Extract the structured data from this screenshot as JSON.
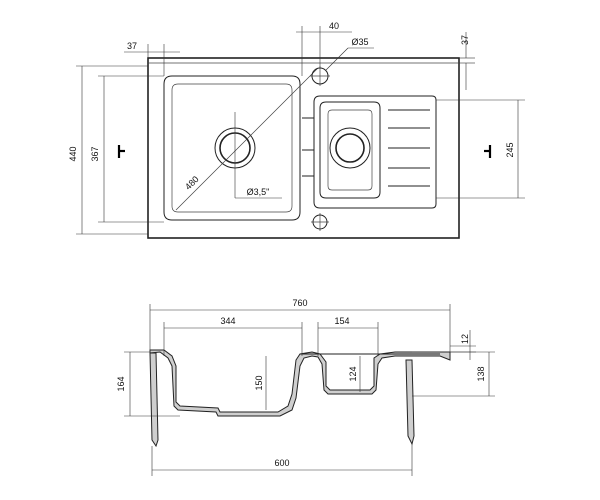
{
  "top_view": {
    "dims": {
      "overall_depth": "440",
      "bowl_depth": "367",
      "small_bowl_depth": "245",
      "offset_left": "37",
      "offset_top": "37",
      "tap_hole_offset": "40",
      "tap_hole_diameter": "Ø35",
      "diagonal": "480",
      "drain": "Ø3,5\""
    }
  },
  "section_view": {
    "dims": {
      "overall_width": "760",
      "large_bowl_width": "344",
      "small_bowl_width": "154",
      "rim": "12",
      "large_bowl_depth": "150",
      "small_bowl_depth": "124",
      "overall_height": "164",
      "total_height": "138",
      "base_width": "600"
    }
  }
}
